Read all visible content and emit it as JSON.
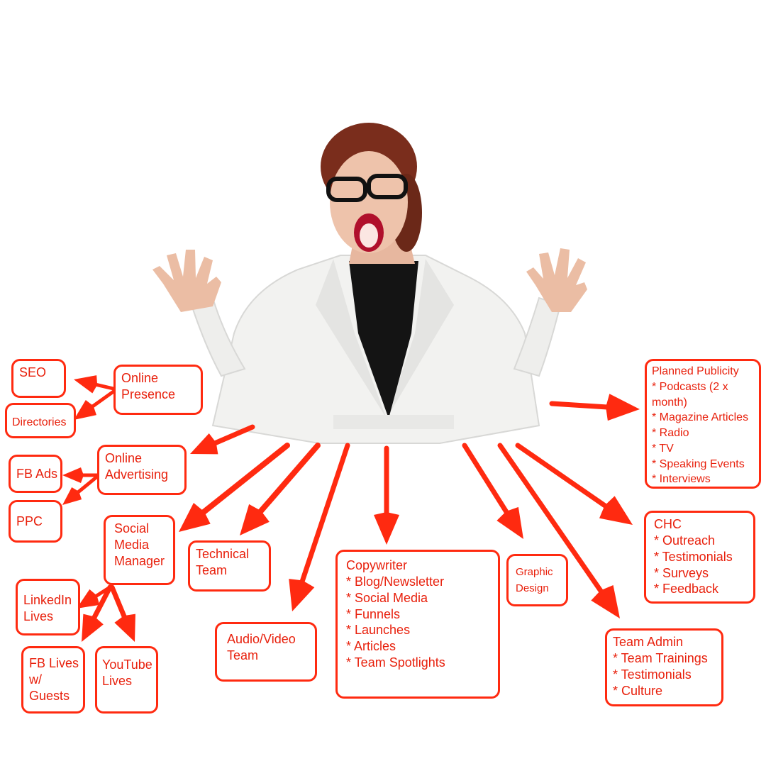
{
  "colors": {
    "accent": "#ff2a10",
    "text": "#e8200c",
    "background": "#ffffff"
  },
  "boxes": {
    "seo": [
      "SEO"
    ],
    "directories": [
      "Directories"
    ],
    "online_presence": [
      "Online",
      "Presence"
    ],
    "fb_ads": [
      "FB Ads"
    ],
    "ppc": [
      "PPC"
    ],
    "online_advertising": [
      "Online",
      "Advertising"
    ],
    "social_media_manager": [
      "Social",
      "Media",
      "Manager"
    ],
    "linkedin_lives": [
      "LinkedIn",
      "Lives"
    ],
    "fb_lives": [
      "FB Lives",
      "w/",
      "Guests"
    ],
    "youtube_lives": [
      "YouTube",
      "Lives"
    ],
    "technical_team": [
      "Technical",
      "Team"
    ],
    "audio_video_team": [
      "Audio/Video",
      "Team"
    ],
    "copywriter": [
      "Copywriter",
      "* Blog/Newsletter",
      "* Social Media",
      "* Funnels",
      "* Launches",
      "* Articles",
      "* Team Spotlights"
    ],
    "graphic_design": [
      "Graphic",
      "Design"
    ],
    "team_admin": [
      "Team Admin",
      "* Team Trainings",
      "* Testimonials",
      "* Culture"
    ],
    "chc": [
      "CHC",
      "* Outreach",
      "* Testimonials",
      "* Surveys",
      "* Feedback"
    ],
    "planned_publicity": [
      "Planned Publicity",
      "* Podcasts (2 x",
      "month)",
      "* Magazine Articles",
      "* Radio",
      "* TV",
      "* Speaking Events",
      "* Interviews"
    ]
  }
}
